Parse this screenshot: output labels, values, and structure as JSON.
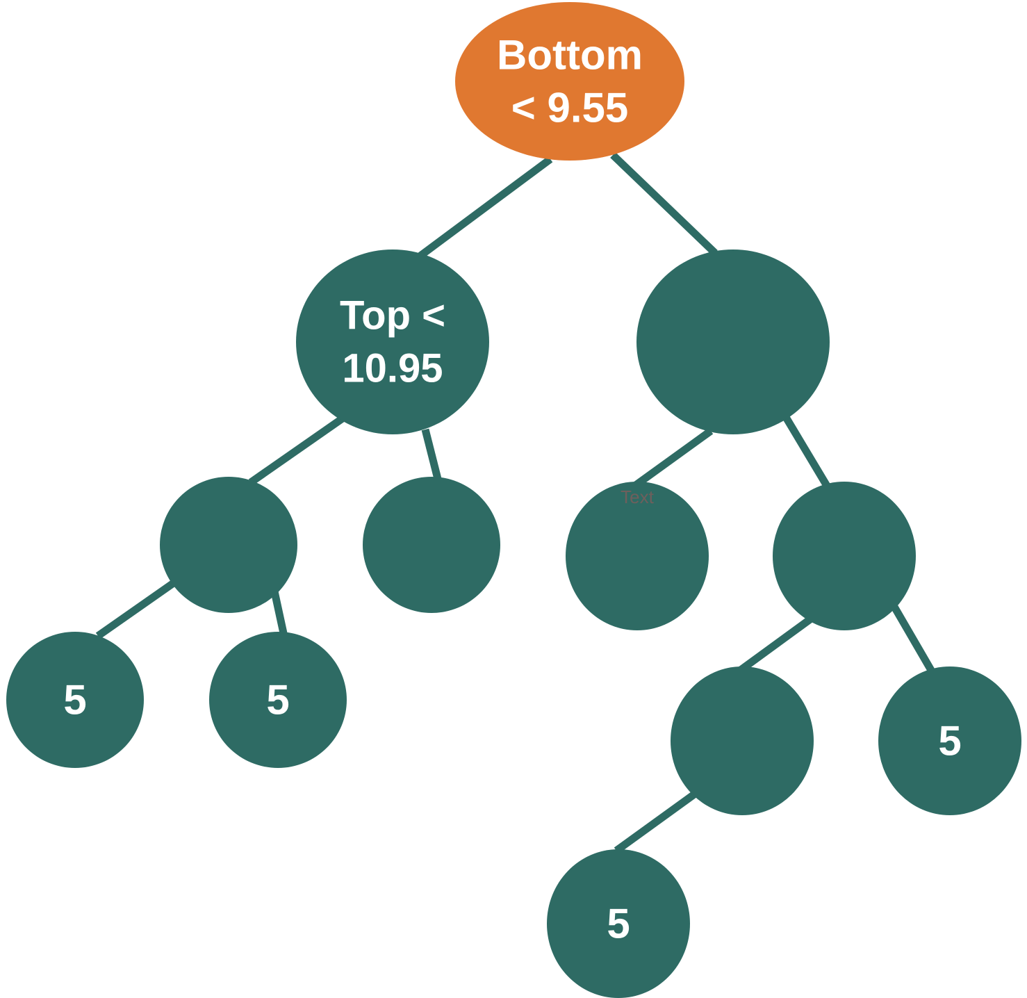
{
  "colors": {
    "root_fill": "#E07830",
    "node_fill": "#2E6B64",
    "edge_stroke": "#2E6B64",
    "label_text": "#FFFFFF",
    "stray_text": "#8A5A5A"
  },
  "nodes": {
    "root": {
      "lines": [
        "Bottom",
        "< 9.55"
      ]
    },
    "top_split": {
      "lines": [
        "Top <",
        "10.95"
      ]
    },
    "right_split": {
      "lines": []
    },
    "ll_node": {
      "lines": []
    },
    "lr_leaf": {
      "lines": []
    },
    "rl_leaf": {
      "lines": []
    },
    "rr_node": {
      "lines": []
    },
    "lll_leaf": {
      "lines": [
        "5"
      ]
    },
    "llr_leaf": {
      "lines": [
        "5"
      ]
    },
    "rrl_node": {
      "lines": []
    },
    "rrr_leaf": {
      "lines": [
        "5"
      ]
    },
    "rrll_leaf": {
      "lines": [
        "5"
      ]
    }
  },
  "stray_label": "Text"
}
